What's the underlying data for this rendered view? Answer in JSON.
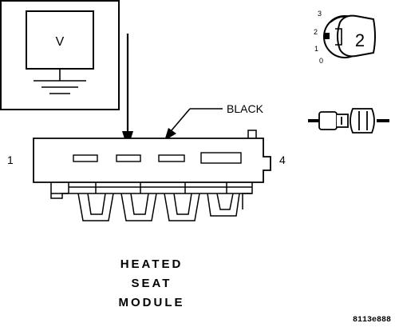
{
  "meter": {
    "label": "V"
  },
  "connector": {
    "wire_color_label": "BLACK",
    "pin_first_label": "1",
    "pin_last_label": "4"
  },
  "component_name_lines": [
    "HEATED",
    "SEAT",
    "MODULE"
  ],
  "ignition_switch": {
    "positions": [
      "3",
      "2",
      "1",
      "0"
    ],
    "selected_position": "2"
  },
  "figure_id": "8113e888"
}
